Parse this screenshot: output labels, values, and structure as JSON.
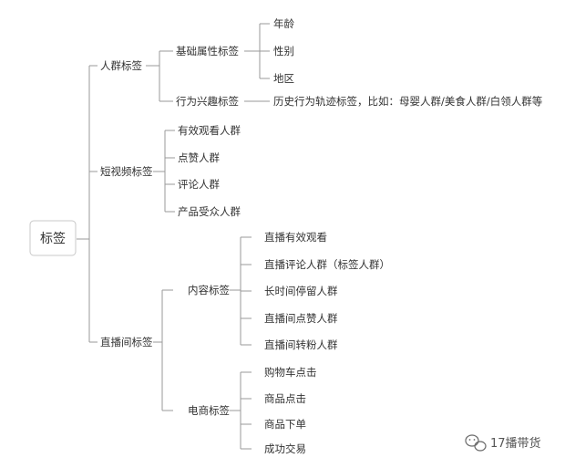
{
  "root": "标签",
  "groups": {
    "crowd": {
      "label": "人群标签",
      "basic": {
        "label": "基础属性标签",
        "items": [
          "年龄",
          "性别",
          "地区"
        ]
      },
      "behavior": {
        "label": "行为兴趣标签",
        "detail": "历史行为轨迹标签，比如：母婴人群/美食人群/白领人群等"
      }
    },
    "short_video": {
      "label": "短视频标签",
      "items": [
        "有效观看人群",
        "点赞人群",
        "评论人群",
        "产品受众人群"
      ]
    },
    "live": {
      "label": "直播间标签",
      "content": {
        "label": "内容标签",
        "items": [
          "直播有效观看",
          "直播评论人群（标签人群）",
          "长时间停留人群",
          "直播间点赞人群",
          "直播间转粉人群"
        ]
      },
      "ecommerce": {
        "label": "电商标签",
        "items": [
          "购物车点击",
          "商品点击",
          "商品下单",
          "成功交易"
        ]
      }
    }
  },
  "watermark": {
    "text": "17播带货",
    "icon": "wechat-icon"
  }
}
